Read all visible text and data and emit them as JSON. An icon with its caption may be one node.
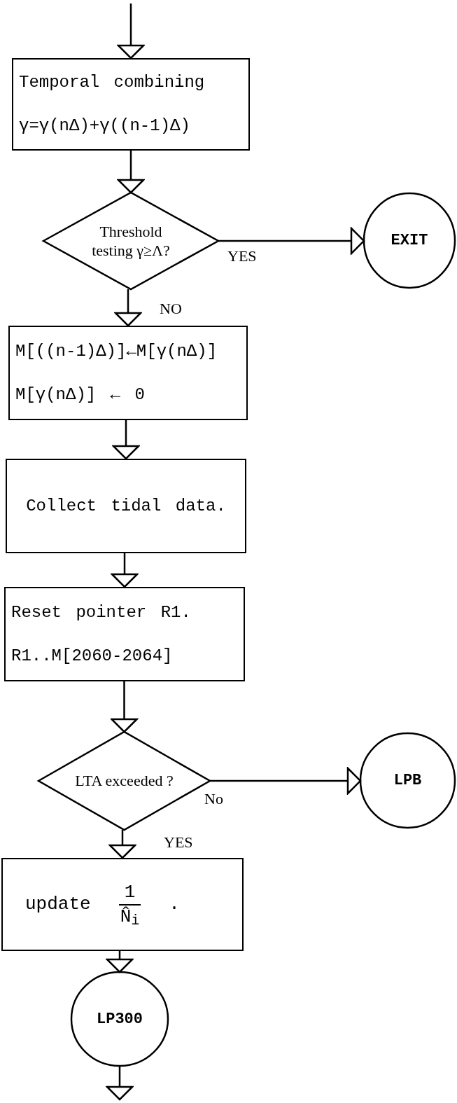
{
  "diagram": {
    "nodes": [
      {
        "text": [
          "Temporal combining",
          "γ=γ(nΔ)+γ((n-1)Δ)"
        ]
      },
      {
        "text": [
          "Threshold testing γ≥Λ?"
        ]
      },
      {
        "text": [
          "EXIT"
        ]
      },
      {
        "text": [
          "M[((n-1)Δ)]←M[γ(nΔ)]",
          "M[γ(nΔ)] ← 0"
        ]
      },
      {
        "text": [
          "Collect tidal data."
        ]
      },
      {
        "text": [
          "Reset pointer R1.",
          "R1..M[2060-2064]"
        ]
      },
      {
        "text": [
          "LTA exceeded ?"
        ]
      },
      {
        "text": [
          "LPB"
        ]
      },
      {
        "text": [
          "update",
          "1",
          "N̂$_{i}$",
          "."
        ]
      },
      {
        "text": [
          "LP300"
        ]
      }
    ],
    "edges": [
      {
        "from": null,
        "to": 0,
        "arrow": "to"
      },
      {
        "from": 0,
        "to": 1,
        "arrow": "to"
      },
      {
        "from": 1,
        "to": 2,
        "arrow": "to",
        "label": "YES"
      },
      {
        "from": 1,
        "to": 3,
        "arrow": "to",
        "label": "NO"
      },
      {
        "from": 3,
        "to": 4,
        "arrow": "to"
      },
      {
        "from": 4,
        "to": 5,
        "arrow": "to"
      },
      {
        "from": 5,
        "to": 6,
        "arrow": "to"
      },
      {
        "from": 6,
        "to": 7,
        "arrow": "to",
        "label": "No"
      },
      {
        "from": 6,
        "to": 8,
        "arrow": "to",
        "label": "YES"
      },
      {
        "from": 8,
        "to": 9,
        "arrow": "to"
      },
      {
        "from": 9,
        "to": null,
        "arrow": "to"
      }
    ]
  }
}
